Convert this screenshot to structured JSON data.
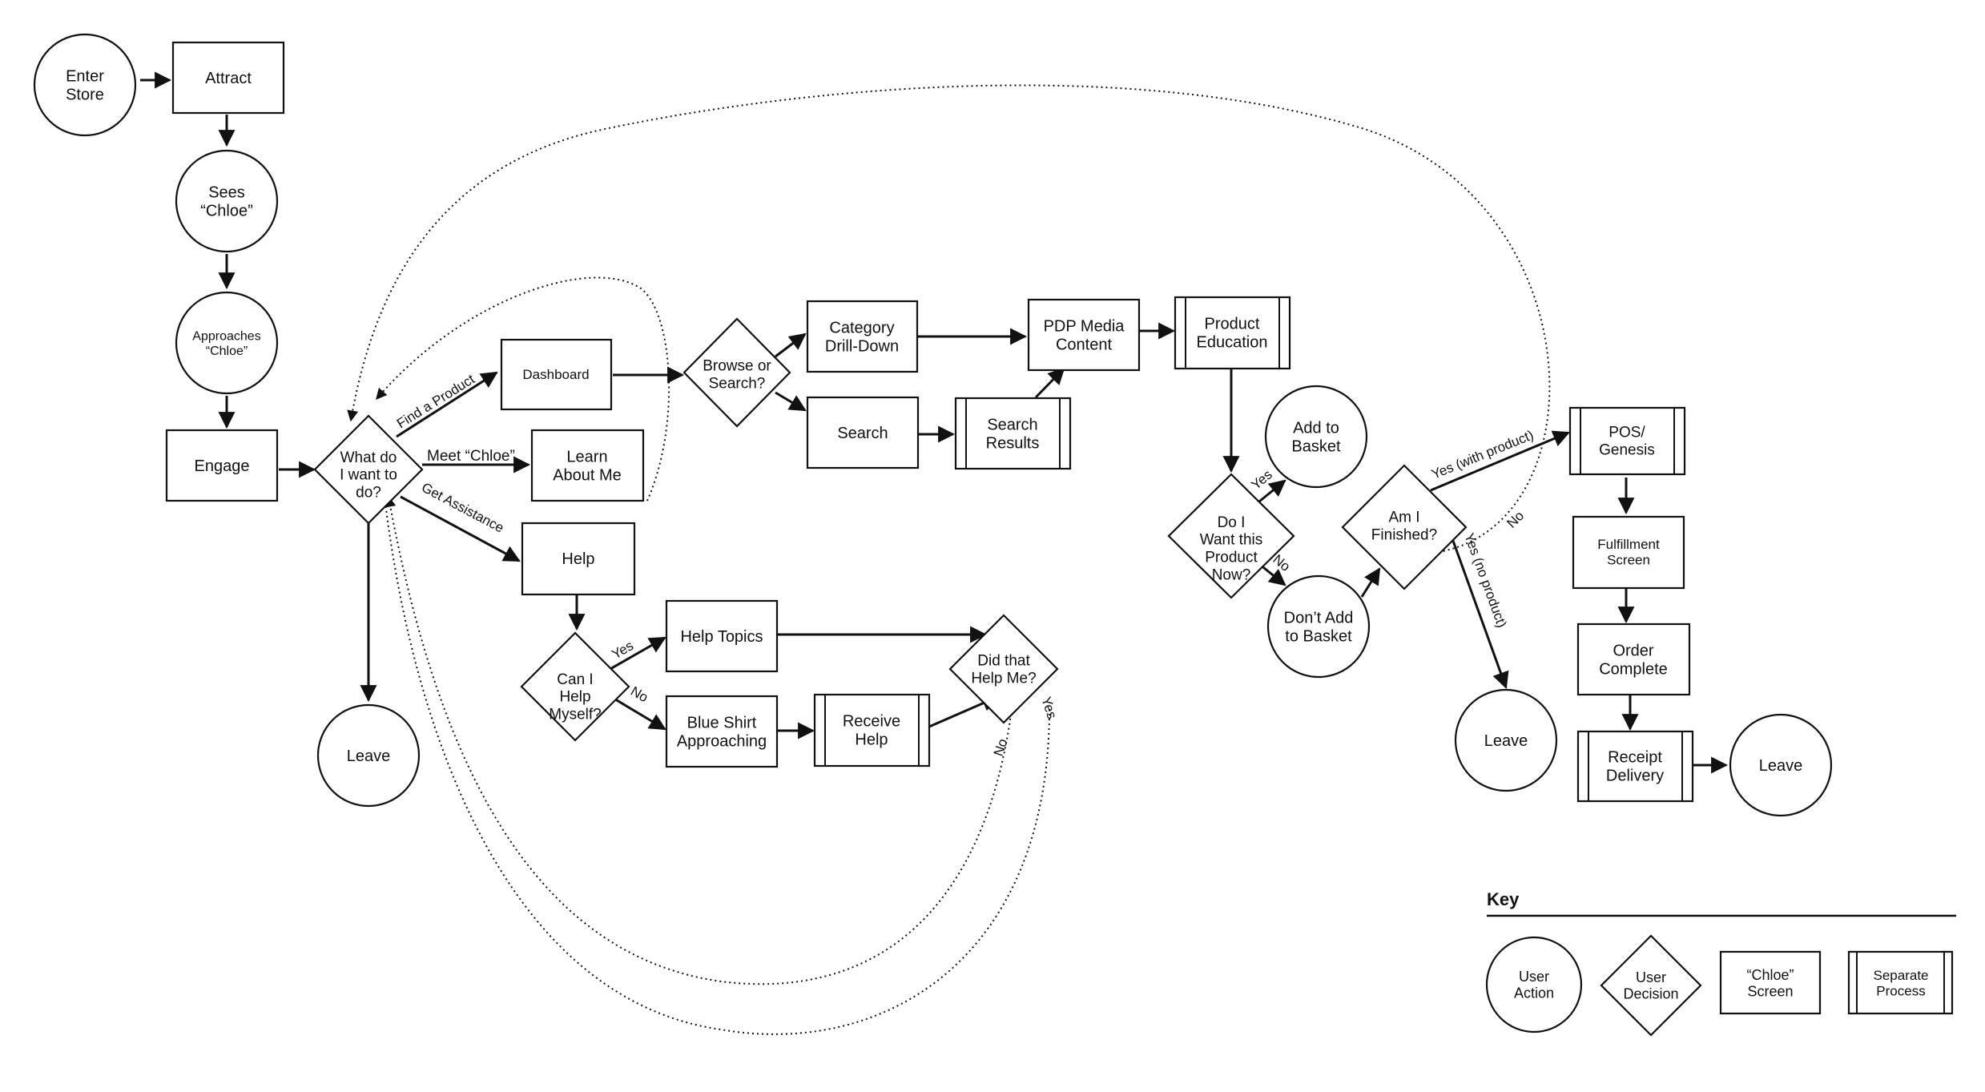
{
  "nodes": {
    "enter_store": "Enter\nStore",
    "attract": "Attract",
    "sees_chloe": "Sees\n“Chloe”",
    "approaches_chloe": "Approaches\n“Chloe”",
    "engage": "Engage",
    "what_do_i_want": "What do\nI want to\ndo?",
    "leave_left": "Leave",
    "dashboard": "Dashboard",
    "learn_about_me": "Learn\nAbout Me",
    "help": "Help",
    "browse_or_search": "Browse or\nSearch?",
    "category_drill_down": "Category\nDrill-Down",
    "search": "Search",
    "search_results": "Search\nResults",
    "pdp_media_content": "PDP Media\nContent",
    "product_education": "Product\nEducation",
    "do_i_want_product": "Do I\nWant this\nProduct\nNow?",
    "add_to_basket": "Add to\nBasket",
    "dont_add_to_basket": "Don’t Add\nto Basket",
    "am_i_finished": "Am I\nFinished?",
    "leave_mid": "Leave",
    "pos_genesis": "POS/\nGenesis",
    "fulfillment_screen": "Fulfillment\nScreen",
    "order_complete": "Order\nComplete",
    "receipt_delivery": "Receipt\nDelivery",
    "leave_right": "Leave",
    "can_i_help_myself": "Can I\nHelp\nMyself?",
    "help_topics": "Help Topics",
    "blue_shirt_approaching": "Blue Shirt\nApproaching",
    "receive_help": "Receive\nHelp",
    "did_that_help_me": "Did that\nHelp Me?"
  },
  "edge_labels": {
    "find_a_product": "Find a Product",
    "meet_chloe": "Meet “Chloe”",
    "get_assistance": "Get Assistance",
    "help_yes": "Yes",
    "help_no": "No",
    "product_yes": "Yes",
    "product_no": "No",
    "yes_with_product": "Yes (with product)",
    "yes_no_product": "Yes (no product)",
    "finished_no": "No",
    "did_help_no": "No",
    "did_help_yes": "Yes"
  },
  "key": {
    "title": "Key",
    "user_action": "User\nAction",
    "user_decision": "User\nDecision",
    "chloe_screen": "“Chloe”\nScreen",
    "separate_process": "Separate\nProcess"
  }
}
